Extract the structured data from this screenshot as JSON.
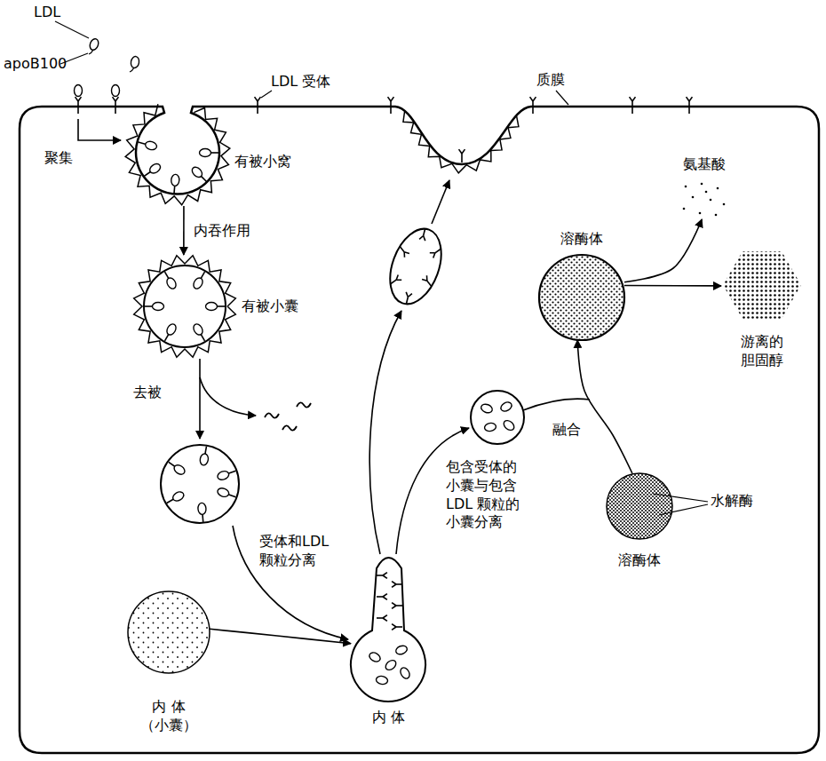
{
  "diagram": {
    "nodes": [
      {
        "text": [
          "有被小窝"
        ]
      },
      {
        "text": [
          "有被小囊"
        ]
      },
      {
        "text": [
          "溶酶体"
        ]
      },
      {
        "text": [
          "氨基酸"
        ]
      },
      {
        "text": [
          "游离的 胆固醇"
        ]
      },
      {
        "text": [
          "溶酶体"
        ]
      },
      {
        "text": [
          "内 体 （小囊）"
        ]
      },
      {
        "text": [
          "内 体"
        ]
      }
    ],
    "edges": [
      {
        "from": 0,
        "to": 1,
        "arrow": "to",
        "label": "内吞作用"
      },
      {
        "from": 6,
        "to": 7,
        "arrow": "to"
      },
      {
        "from": 5,
        "to": 2,
        "arrow": "to",
        "label": "融合"
      },
      {
        "from": 2,
        "to": 3,
        "arrow": "to"
      },
      {
        "from": 2,
        "to": 4,
        "arrow": "to"
      }
    ],
    "labels": [
      "LDL",
      "apoB100",
      "LDL 受体",
      "质膜",
      "聚集",
      "去被",
      "受体和LDL 颗粒分离",
      "包含受体的 小囊与包含 LDL 颗粒的 小囊分离",
      "水解酶"
    ]
  }
}
